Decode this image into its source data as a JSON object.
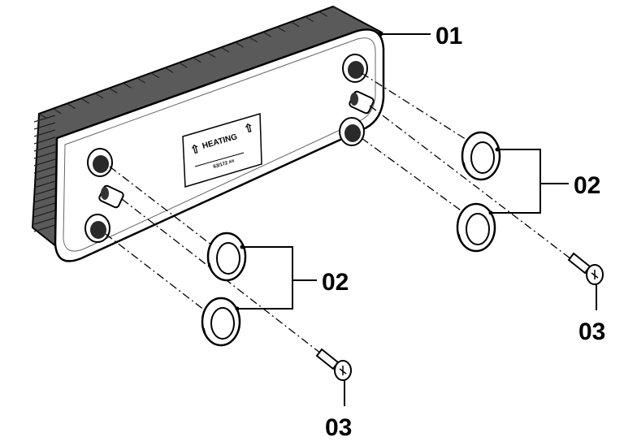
{
  "diagram": {
    "plate_label": {
      "heading": "HEATING",
      "code": "63/172 ##"
    },
    "callouts": {
      "heat_exchanger": "01",
      "gasket_right": "02",
      "gasket_left": "02",
      "screw_right": "03",
      "screw_left": "03"
    }
  }
}
